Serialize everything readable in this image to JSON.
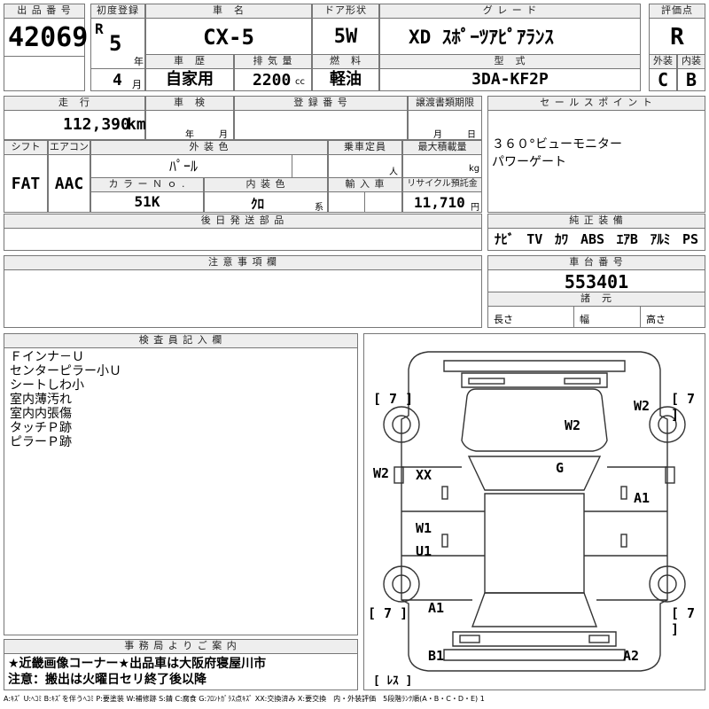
{
  "labels": {
    "lot_number": "出 品 番 号",
    "first_reg": "初度登録",
    "car_name": "車　名",
    "door_type": "ドア形状",
    "grade": "グ レ ー ド",
    "score": "評価点",
    "history": "車　歴",
    "displacement": "排 気 量",
    "fuel": "燃　料",
    "model_type": "型　式",
    "exterior": "外装",
    "interior": "内装",
    "year_unit": "年",
    "month_unit": "月",
    "cc_unit": "cc",
    "mileage": "走　行",
    "inspection": "車　検",
    "registration_no": "登 録 番 号",
    "transfer_doc": "譲渡書類期限",
    "sales_point": "セ ー ル ス ポ イ ン ト",
    "shift": "シフト",
    "aircon": "エアコン",
    "ext_color": "外 装 色",
    "capacity": "乗車定員",
    "max_load": "最大積載量",
    "color_no": "カ ラ ー Ｎ ｏ .",
    "int_color": "内 装 色",
    "import": "輸 入 車",
    "recycle": "リサイクル預託金",
    "person_unit": "人",
    "kg_unit": "kg",
    "kei_unit": "系",
    "yen_unit": "円",
    "later_parts": "後 日 発 送 部 品",
    "genuine_equipment": "純 正 装 備",
    "remarks": "注 意 事 項 欄",
    "chassis_no": "車 台 番 号",
    "dimensions": "諸　元",
    "length": "長さ",
    "width": "幅",
    "height": "高さ",
    "inspector_notes": "検 査 員 記 入 欄",
    "office_notice": "事 務 局 よ り ご 案 内",
    "km_unit": "km",
    "insp_year": "年",
    "insp_month": "月",
    "doc_month": "月",
    "doc_day": "日"
  },
  "values": {
    "lot_number": "42069",
    "era": "R",
    "reg_year": "5",
    "reg_month": "4",
    "car_name": "CX-5",
    "door_type": "5W",
    "grade": "XD ｽﾎﾟｰﾂｱﾋﾟｱﾗﾝｽ",
    "score": "R",
    "history": "自家用",
    "displacement": "2200",
    "fuel": "軽油",
    "model_type": "3DA-KF2P",
    "exterior_score": "C",
    "interior_score": "B",
    "mileage": "112,390",
    "shift": "FAT",
    "aircon": "AAC",
    "ext_color": "ﾊﾟｰﾙ",
    "color_no": "51K",
    "int_color": "ｸﾛ",
    "recycle": "11,710",
    "chassis_no": "553401"
  },
  "sales_points": [
    "３６０°ビューモニター",
    "パワーゲート"
  ],
  "equipment": [
    "ﾅﾋﾞ",
    "TV",
    "ｶﾜ",
    "ABS",
    "ｴｱB",
    "ｱﾙﾐ",
    "PS"
  ],
  "inspector_lines": [
    "Ｆインナ－Ｕ",
    "センターピラー小Ｕ",
    "シートしわ小",
    "室内薄汚れ",
    "室内内張傷",
    "タッチＰ跡",
    "ピラーＰ跡"
  ],
  "office_lines": [
    "★近畿画像コーナー★出品車は大阪府寝屋川市",
    "注意：搬出は火曜日セリ終了後以降"
  ],
  "diagram": {
    "marks": {
      "w2_left": "W2",
      "xx": "XX",
      "w1": "W1",
      "u1": "U1",
      "a1_bl": "A1",
      "b1": "B1",
      "w2_hood": "W2",
      "g": "G",
      "w2_right": "W2",
      "a1_right": "A1",
      "a2": "A2"
    },
    "tires": {
      "fl": "[ 7 ]",
      "fr": "[ 7 ]",
      "rl": "[ 7 ]",
      "rr": "[ 7 ]",
      "spare": "[ ﾚｽ ]"
    }
  },
  "legend": "A:ｷｽﾞ U:ﾍｺﾐ B:ｷｽﾞを伴うﾍｺﾐ P:要塗装 W:補修跡 S:錆 C:腐食 G:ﾌﾛﾝﾄｶﾞﾗｽ点ｷｽﾞ XX:交換済み X:要交換　内・外装評価　5段階ﾗﾝｸ順(A・B・C・D・E) 1"
}
